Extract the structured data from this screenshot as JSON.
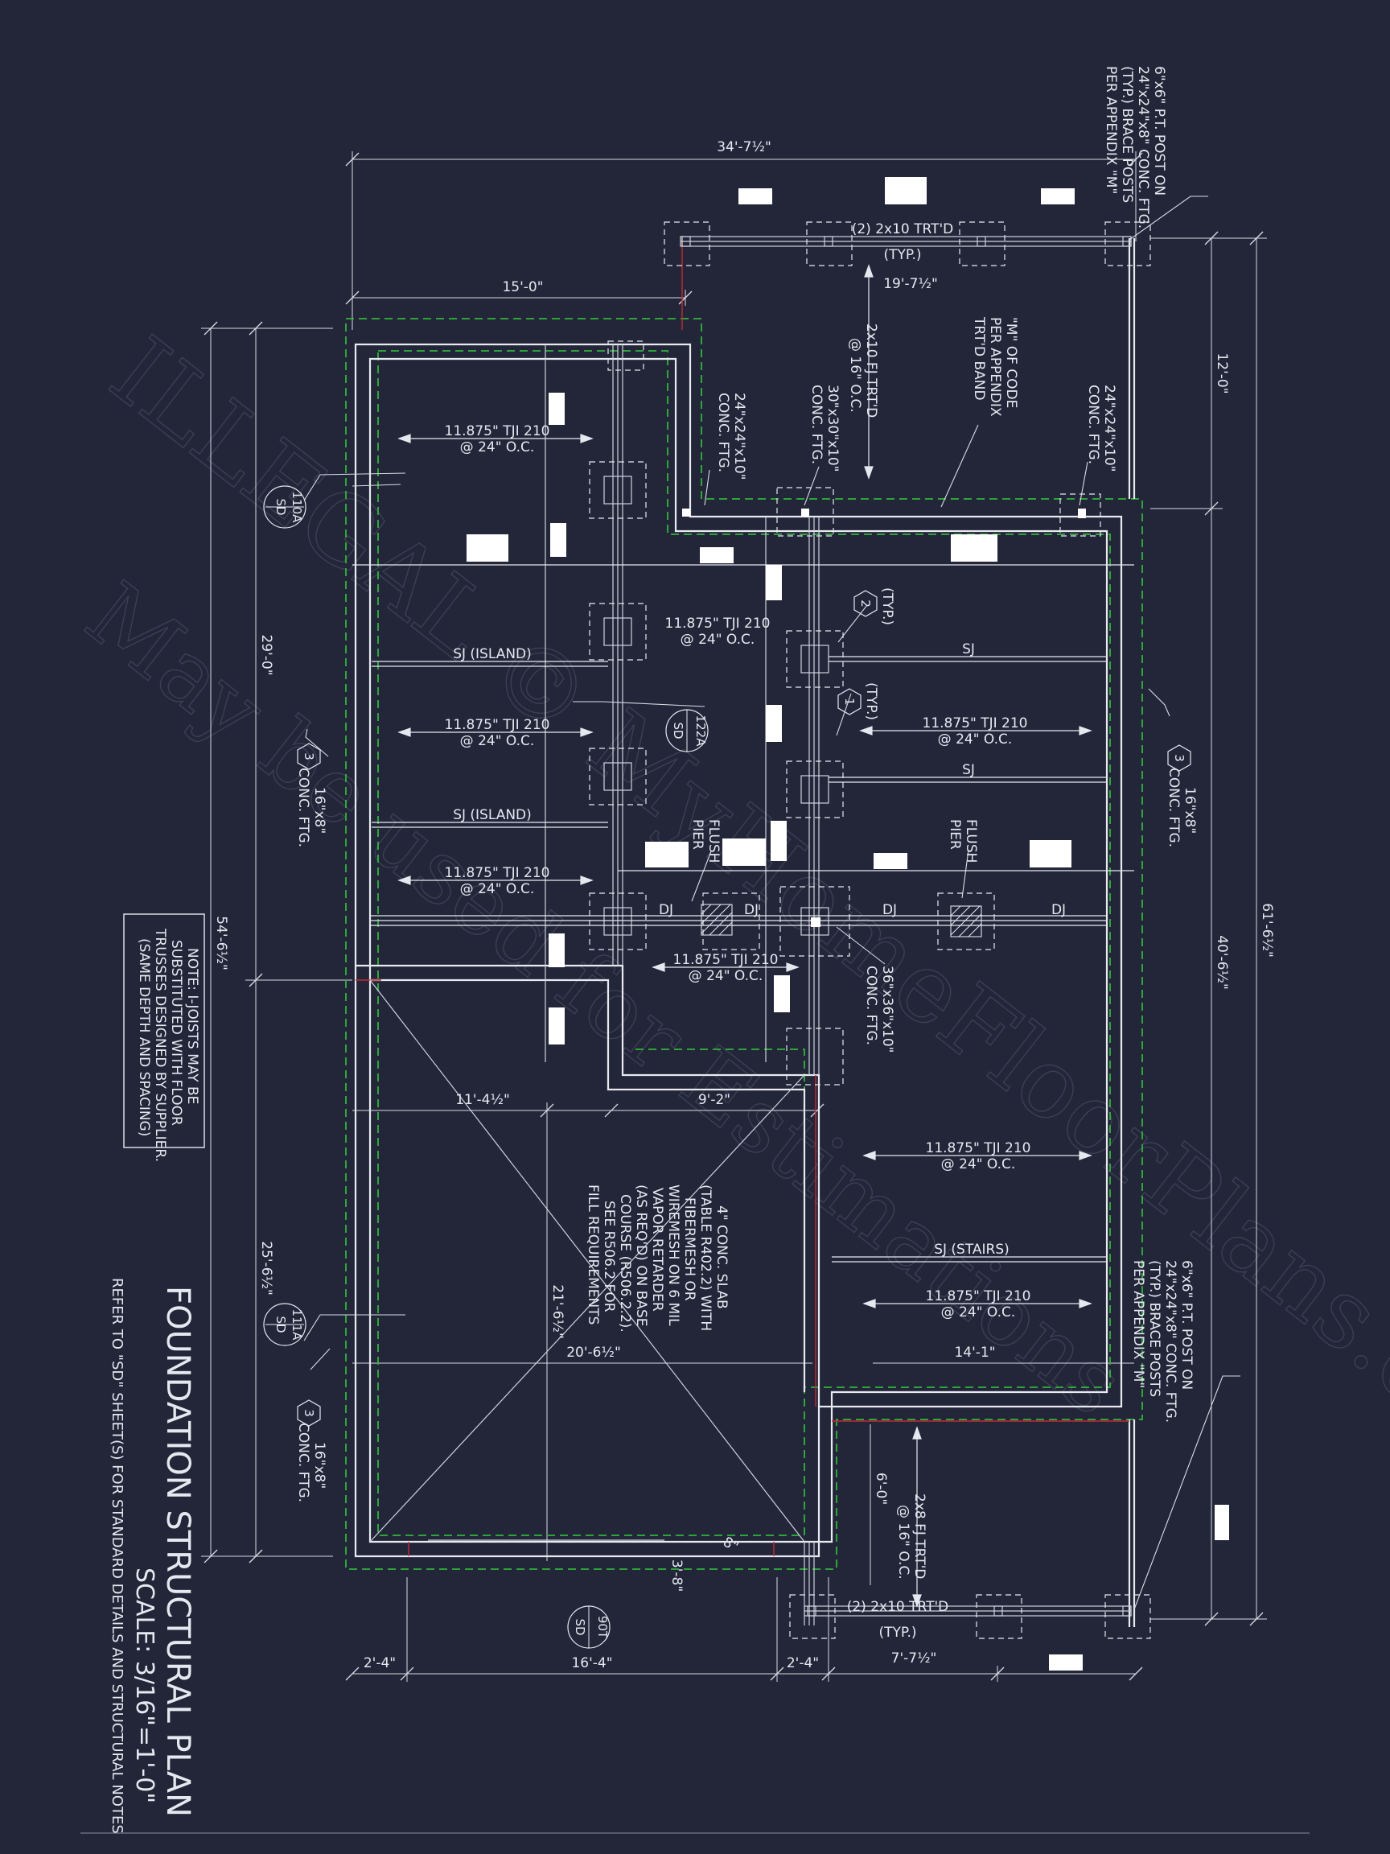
{
  "title": "FOUNDATION STRUCTURAL PLAN",
  "scale": "SCALE: 3/16\"=1'-0\"",
  "refer_note": "REFER TO \"SD\" SHEET(S) FOR STANDARD DETAILS AND STRUCTURAL NOTES",
  "ijoist_note": [
    "NOTE: I-JOISTS MAY BE",
    "SUBSTITUTED WITH FLOOR",
    "TRUSSES DESIGNED BY SUPPLIER.",
    "(SAME DEPTH AND SPACING)"
  ],
  "watermark": [
    "ILLEGAL © MyHomeFloorPlans.com",
    "May be used for Estimations"
  ],
  "dimensions": {
    "top_overall": "34'-7½\"",
    "top_left": "15'-0\"",
    "porch_depth": "19'-7½\"",
    "right_upper": "12'-0\"",
    "right_lower": "40'-6½\"",
    "right_overall": "61'-6½\"",
    "left_upper": "29'-0\"",
    "left_overall": "54'-6½\"",
    "left_lower": "25'-6½\"",
    "garage_w1": "11'-4½\"",
    "garage_w2": "9'-2\"",
    "garage_depth": "21'-6½\"",
    "garage_width": "20'-6½\"",
    "rear_width": "14'-1\"",
    "rear_porch": "6'-0\"",
    "bot_1": "2'-4\"",
    "bot_2": "16'-4\"",
    "bot_3": "2'-4\"",
    "bot_4": "7'-7½\"",
    "step_1": "3'-8\"",
    "step_2": "8\""
  },
  "labels": {
    "post_top": [
      "6\"x6\" P.T. POST ON",
      "24\"x24\"x8\" CONC. FTG.",
      "(TYP.) BRACE POSTS",
      "PER APPENDIX \"M\""
    ],
    "post_bot": [
      "6\"x6\" P.T. POST ON",
      "24\"x24\"x8\" CONC. FTG.",
      "(TYP.) BRACE POSTS",
      "PER APPENDIX \"M\""
    ],
    "beam_top": "(2) 2x10 TRT'D",
    "beam_top_typ": "(TYP.)",
    "beam_bot": "(2) 2x10 TRT'D",
    "beam_bot_typ": "(TYP.)",
    "fj_top": [
      "2x10 FJ TRT'D",
      "@ 16\" O.C."
    ],
    "fj_bot": [
      "2x8 FJ TRT'D",
      "@ 16\" O.C."
    ],
    "band": [
      "TRT'D BAND",
      "PER APPENDIX",
      "\"M\" OF CODE"
    ],
    "ftg_24a": [
      "24\"x24\"x10\"",
      "CONC. FTG."
    ],
    "ftg_30": [
      "30\"x30\"x10\"",
      "CONC. FTG."
    ],
    "ftg_24b": [
      "24\"x24\"x10\"",
      "CONC. FTG."
    ],
    "ftg_36": [
      "36\"x36\"x10\"",
      "CONC. FTG."
    ],
    "ftg_16": [
      "16\"x8\"",
      "CONC. FTG."
    ],
    "tji": "11.875\" TJI 210",
    "tji_oc": "@ 24\" O.C.",
    "sj_island": "SJ (ISLAND)",
    "sj": "SJ",
    "sj_stairs": "SJ (STAIRS)",
    "dj": "DJ",
    "flush_pier": [
      "FLUSH",
      "PIER"
    ],
    "typ": "(TYP.)",
    "slab": [
      "4\" CONC. SLAB",
      "(TABLE R402.2) WITH",
      "FIBERMESH OR",
      "WIREMESH ON 6 MIL",
      "VAPOR RETARDER",
      "(AS REQ'D) ON BASE",
      "COURSE (R506.2.2).",
      "SEE R506.2 FOR",
      "FILL REQUIREMENTS"
    ]
  },
  "callouts": {
    "sd_110a": [
      "110A",
      "SD"
    ],
    "sd_122a": [
      "122A",
      "SD"
    ],
    "sd_111a": [
      "111A",
      "SD"
    ],
    "sd_90t": [
      "90T",
      "SD"
    ],
    "hex_2": "2",
    "hex_1": "1",
    "hex_3": "3"
  },
  "colors": {
    "background": "#232639",
    "linework": "#e9eaf0",
    "footing_dash": "#2fb53b",
    "red_marks": "#c52a33"
  }
}
